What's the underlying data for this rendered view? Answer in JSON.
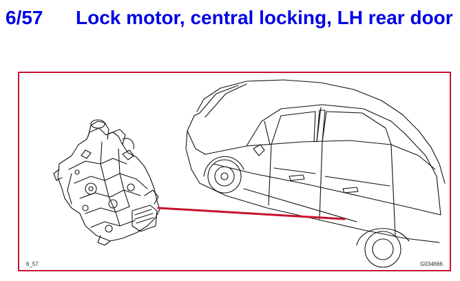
{
  "header": {
    "figure_number": "6/57",
    "title": "Lock motor, central locking, LH rear door",
    "text_color": "#0000e6"
  },
  "figure": {
    "border_color": "#c8102e",
    "pointer_color": "#c8102e",
    "ref_left": "6_57",
    "ref_right": "G034666"
  }
}
